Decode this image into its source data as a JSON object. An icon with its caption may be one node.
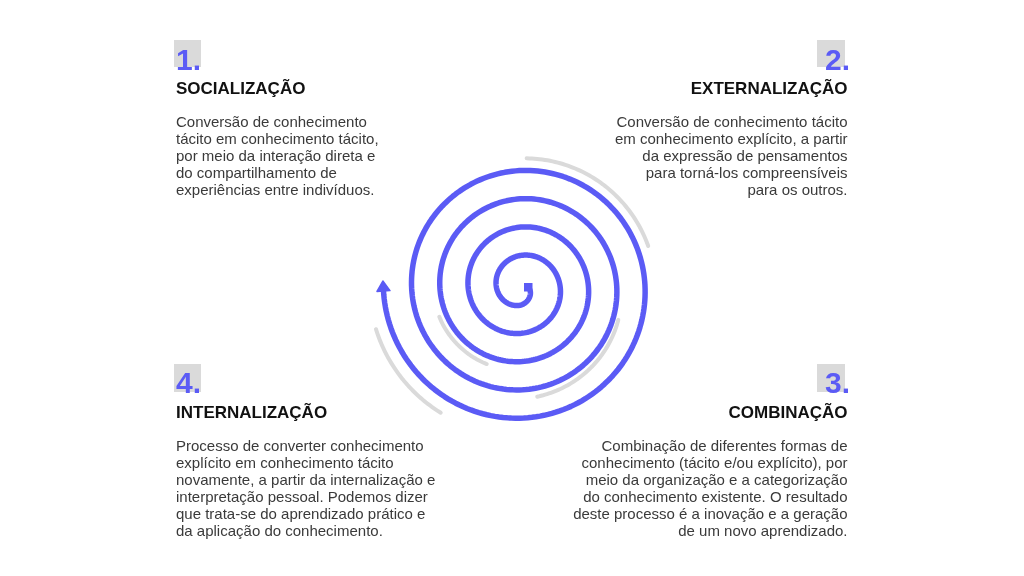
{
  "diagram": {
    "labels": [
      "1.",
      "SOCIALIZAÇÃO",
      "Conversão de conhecimento tácito em conhecimento tácito, por meio da interação direta e do compartilhamento de experiências entre indivíduos.",
      "2.",
      "EXTERNALIZAÇÃO",
      "Conversão de conhecimento tácito em conhecimento explícito, a partir da expressão de pensamentos para torná-los compreensíveis para os outros.",
      "4.",
      "INTERNALIZAÇÃO",
      "Processo de converter conhecimento explícito em conhecimento tácito novamente, a partir da internalização e interpretação pessoal. Podemos dizer que trata-se do aprendizado prático e da aplicação do conhecimento.",
      "3.",
      "COMBINAÇÃO",
      "Combinação de diferentes formas de conhecimento (tácito e/ou explícito), por meio da organização e a categorização do conhecimento existente. O resultado deste processo é a inovação e a geração de um novo aprendizado."
    ]
  }
}
